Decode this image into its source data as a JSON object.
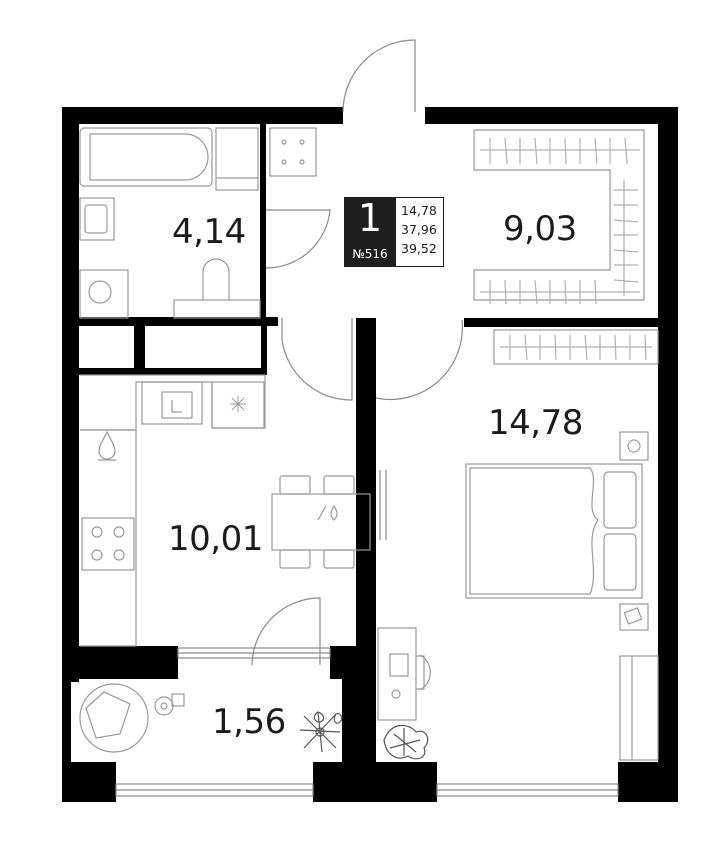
{
  "apartment": {
    "rooms": "1",
    "code": "№516",
    "areas_summary": [
      "14,78",
      "37,96",
      "39,52"
    ]
  },
  "rooms": {
    "bathroom": "4,14",
    "wardrobe": "9,03",
    "bedroom": "14,78",
    "kitchen": "10,01",
    "balcony": "1,56"
  },
  "colors": {
    "wall": "#000000",
    "line": "#9a9a9a",
    "badge": "#1e1e1e"
  }
}
